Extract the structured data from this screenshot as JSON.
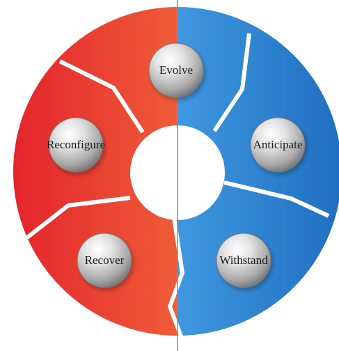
{
  "diagram": {
    "stages": [
      {
        "label": "Evolve"
      },
      {
        "label": "Anticipate"
      },
      {
        "label": "Withstand"
      },
      {
        "label": "Recover"
      },
      {
        "label": "Reconfigure"
      }
    ],
    "colors": {
      "warm_deep": "#e3242b",
      "warm_mid": "#f0623a",
      "warm_light": "#fbe2dc",
      "cool_deep": "#1f6fc1",
      "cool_mid": "#3f98df",
      "cool_light": "#dcecf8",
      "divider": "#8a8a8a"
    }
  }
}
